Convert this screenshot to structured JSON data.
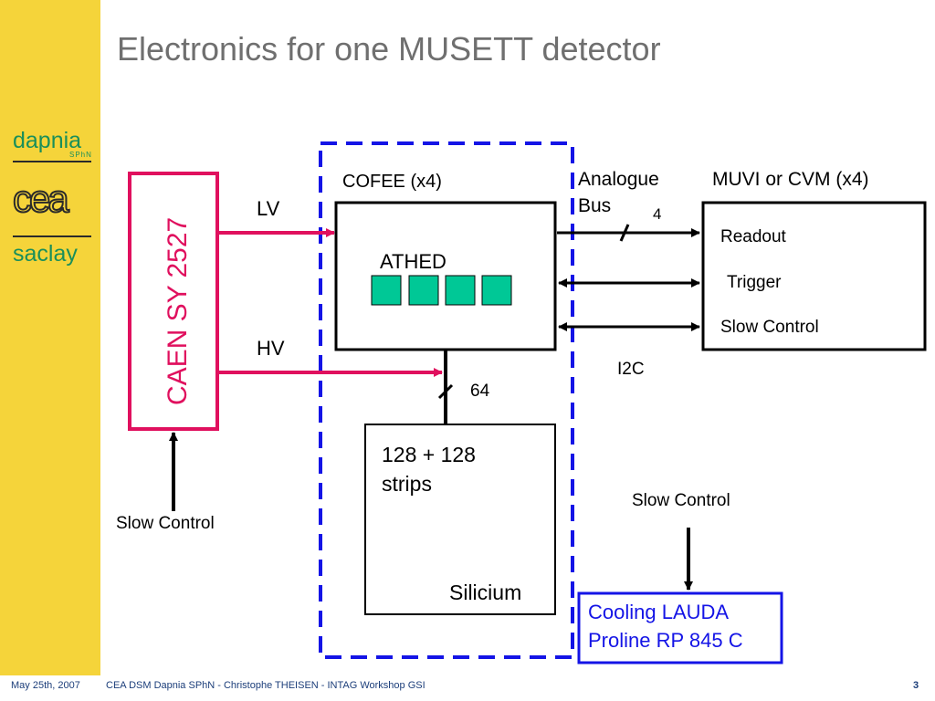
{
  "title": "Electronics for one MUSETT detector",
  "logo": {
    "top": "dapnia",
    "sub": "SPhN",
    "middle": "cea",
    "bottom": "saclay"
  },
  "footer": {
    "date": "May 25th, 2007",
    "text": "CEA DSM Dapnia SPhN  - Christophe THEISEN -  INTAG Workshop GSI",
    "page": "3"
  },
  "diagram": {
    "power_supply": "CAEN SY 2527",
    "lv": "LV",
    "hv": "HV",
    "ps_slow_control": "Slow Control",
    "cofee": "COFEE (x4)",
    "athed": "ATHED",
    "analogue_bus": [
      "Analogue",
      "Bus"
    ],
    "bus_count": "4",
    "muvi": "MUVI or CVM (x4)",
    "readout": "Readout",
    "trigger": "Trigger",
    "slow_control": "Slow Control",
    "i2c": "I2C",
    "strip_count": "64",
    "strips": [
      "128 + 128",
      "strips"
    ],
    "silicium": "Silicium",
    "cooling_slow_control": "Slow Control",
    "cooling": [
      "Cooling LAUDA",
      "Proline RP 845 C"
    ]
  },
  "colors": {
    "sidebar": "#f5d43a",
    "logo_green": "#1a8f5a",
    "power_red": "#e0105e",
    "dashed_blue": "#1414e6",
    "chip_green": "#00c896",
    "title_gray": "#6f6f6f",
    "footer_blue": "#1c3e7a"
  }
}
